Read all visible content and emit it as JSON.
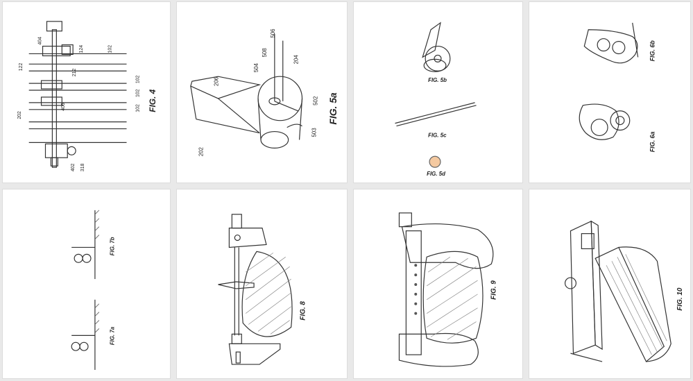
{
  "figures": {
    "fig4": {
      "caption": "FIG. 4",
      "refs": [
        "404",
        "124",
        "102",
        "122",
        "212",
        "102",
        "202",
        "406",
        "102",
        "102",
        "402",
        "318"
      ]
    },
    "fig5a": {
      "caption": "FIG. 5a",
      "refs": [
        "506",
        "508",
        "504",
        "204",
        "206",
        "502",
        "503",
        "202"
      ]
    },
    "fig5b": {
      "caption": "FIG. 5b"
    },
    "fig5c": {
      "caption": "FIG. 5c"
    },
    "fig5d": {
      "caption": "FIG. 5d"
    },
    "fig6b": {
      "caption": "FIG. 6b"
    },
    "fig6a": {
      "caption": "FIG. 6a"
    },
    "fig7b": {
      "caption": "FIG. 7b"
    },
    "fig7a": {
      "caption": "FIG. 7a"
    },
    "fig8": {
      "caption": "FIG. 8"
    },
    "fig9": {
      "caption": "FIG. 9"
    },
    "fig10": {
      "caption": "FIG. 10"
    }
  }
}
